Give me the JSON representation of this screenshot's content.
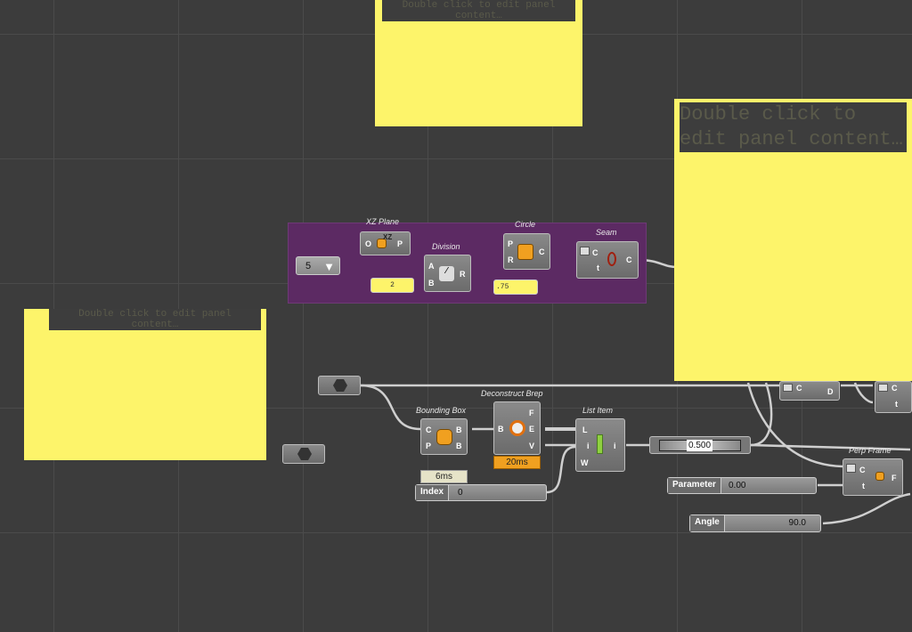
{
  "panels": [
    {
      "text": "Double click to edit panel content…"
    },
    {
      "text": "Double click to edit panel content…"
    },
    {
      "text": "Double click to edit panel content…"
    }
  ],
  "group": {
    "xz_plane": {
      "title": "XZ Plane",
      "icon_text": "XZ",
      "inputs": [
        "O"
      ],
      "outputs": [
        "P"
      ]
    },
    "number_slider": {
      "value": "5"
    },
    "division": {
      "title": "Division",
      "inputs": [
        "A",
        "B"
      ],
      "outputs": [
        "R"
      ]
    },
    "panel_2": {
      "value": "2"
    },
    "circle": {
      "title": "Circle",
      "inputs": [
        "P",
        "R"
      ],
      "outputs": [
        "C"
      ]
    },
    "panel_075": {
      "value": ".75"
    },
    "seam": {
      "title": "Seam",
      "inputs": [
        "C",
        "t"
      ],
      "outputs": [
        "C"
      ]
    }
  },
  "lower": {
    "bounding_box": {
      "title": "Bounding Box",
      "inputs": [
        "C",
        "P"
      ],
      "outputs": [
        "B",
        "B"
      ],
      "timer": "6ms"
    },
    "deconstruct_brep": {
      "title": "Deconstruct Brep",
      "inputs": [
        "B"
      ],
      "outputs": [
        "F",
        "E",
        "V"
      ],
      "timer": "20ms"
    },
    "list_item": {
      "title": "List Item",
      "inputs": [
        "L",
        "i",
        "W"
      ],
      "outputs": [
        "i"
      ]
    },
    "index_slider": {
      "label": "Index",
      "value": "0"
    },
    "value_box": {
      "value": "0.500"
    },
    "curve_closest": {
      "inputs": [
        "C"
      ],
      "outputs": [
        "D"
      ]
    },
    "seam2": {
      "inputs": [
        "C",
        "t"
      ]
    },
    "perp_frame": {
      "title": "Perp Frame",
      "inputs": [
        "C",
        "t"
      ],
      "outputs": [
        "F"
      ]
    },
    "parameter_slider": {
      "label": "Parameter",
      "value": "0.00"
    },
    "angle_slider": {
      "label": "Angle",
      "value": "90.0"
    }
  },
  "colors": {
    "canvas": "#3c3c3c",
    "panel": "#fdf46a",
    "group": "#5c2a63",
    "timer_warn": "#f0a020"
  }
}
